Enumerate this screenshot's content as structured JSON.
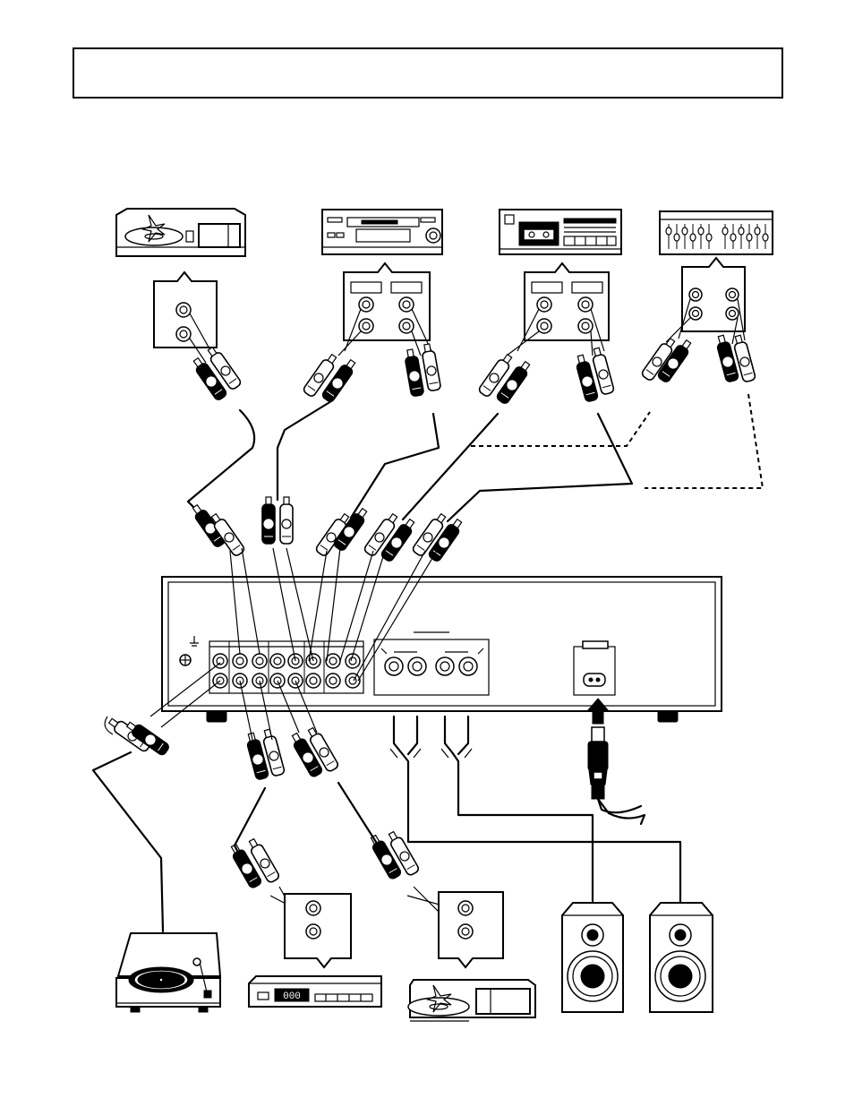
{
  "title": "",
  "figure": {
    "devices": [
      {
        "id": "cd-player-top",
        "icon": "cd-player-icon"
      },
      {
        "id": "md-deck",
        "icon": "md-deck-icon"
      },
      {
        "id": "cassette-deck",
        "icon": "cassette-deck-icon"
      },
      {
        "id": "graphic-equalizer",
        "icon": "equalizer-icon"
      },
      {
        "id": "amplifier",
        "icon": "amplifier-rear-panel-icon"
      },
      {
        "id": "turntable",
        "icon": "turntable-icon"
      },
      {
        "id": "tuner",
        "icon": "tuner-icon"
      },
      {
        "id": "cd-player-bottom",
        "icon": "cd-player-icon"
      },
      {
        "id": "speaker-left",
        "icon": "speaker-icon"
      },
      {
        "id": "speaker-right",
        "icon": "speaker-icon"
      },
      {
        "id": "power-plug",
        "icon": "power-plug-icon"
      }
    ],
    "tuner_display": "000",
    "line_styles": {
      "solid": "cable",
      "dashed": "optional cable"
    }
  }
}
